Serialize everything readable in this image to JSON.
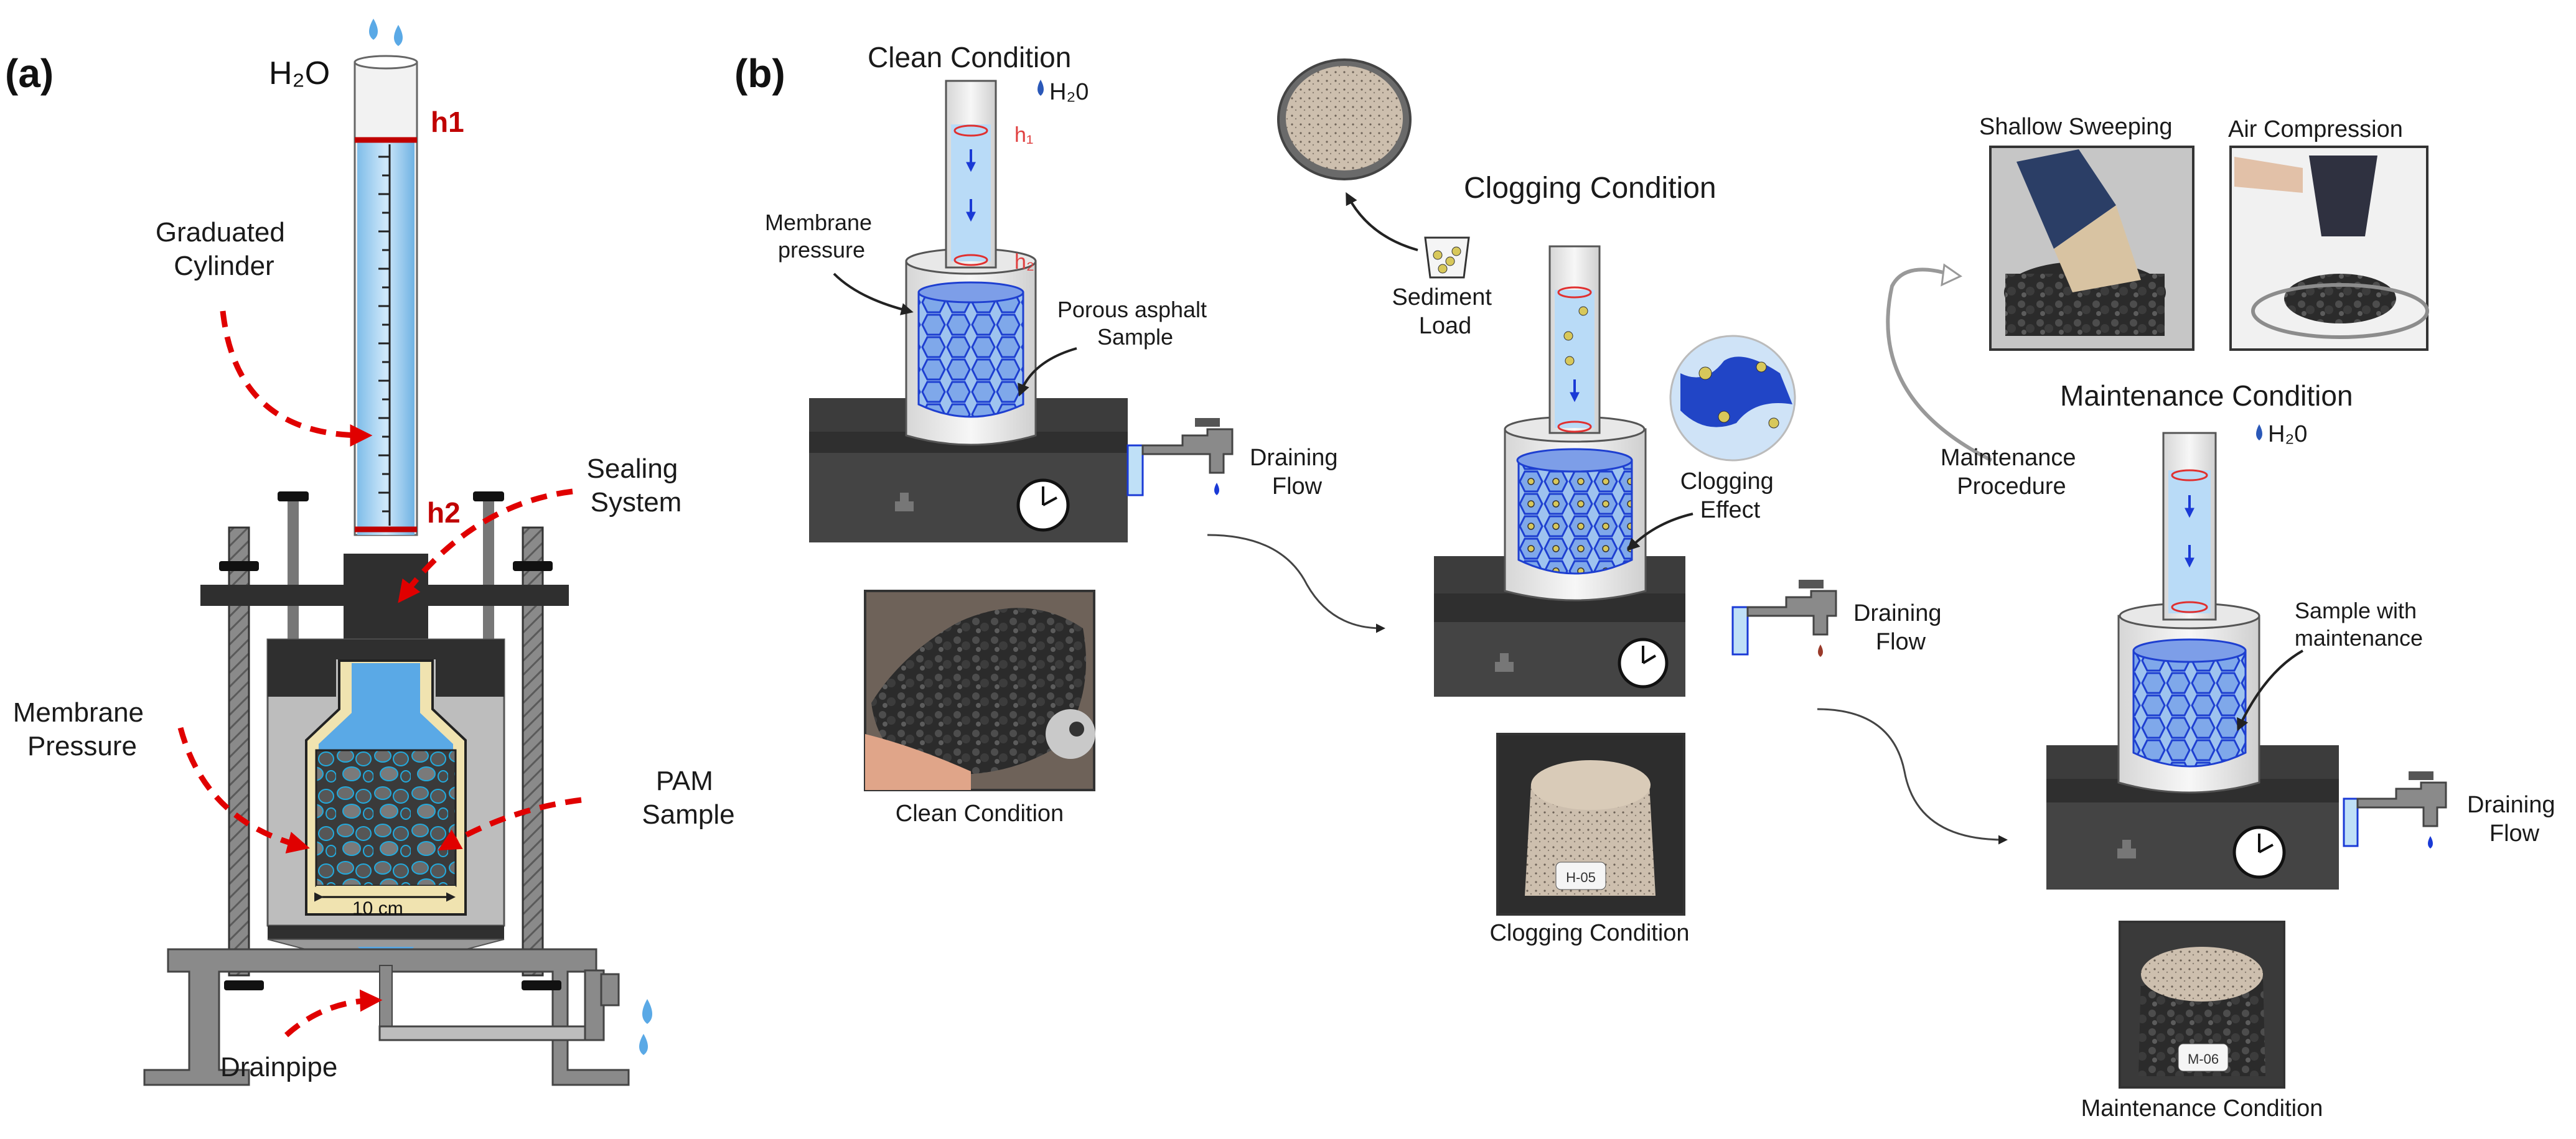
{
  "panel_a": {
    "label": "(a)",
    "h2o": "H₂O",
    "h1": "h1",
    "h2": "h2",
    "graduated_cylinder": [
      "Graduated",
      "Cylinder"
    ],
    "sealing_system": [
      "Sealing",
      "System"
    ],
    "membrane_pressure": [
      "Membrane",
      "Pressure"
    ],
    "pam_sample": [
      "PAM",
      "Sample"
    ],
    "dimension": "10 cm",
    "drainpipe": "Drainpipe"
  },
  "panel_b": {
    "label": "(b)",
    "clean": {
      "title": "Clean Condition",
      "h2o": "H₂0",
      "h1": "h₁",
      "h2": "h₂",
      "membrane_pressure": [
        "Membrane",
        "pressure"
      ],
      "porous_sample": [
        "Porous asphalt",
        "Sample"
      ],
      "draining_flow": [
        "Draining",
        "Flow"
      ],
      "photo_caption": "Clean Condition"
    },
    "clogging": {
      "sediment_load": [
        "Sediment",
        "Load"
      ],
      "title": "Clogging Condition",
      "clogging_effect": [
        "Clogging",
        "Effect"
      ],
      "draining_flow": [
        "Draining",
        "Flow"
      ],
      "photo_caption": "Clogging Condition",
      "photo_tag": "H-05"
    },
    "maintenance": {
      "shallow_sweeping": "Shallow Sweeping",
      "air_compression": "Air Compression",
      "maintenance_procedure": [
        "Maintenance",
        "Procedure"
      ],
      "title": "Maintenance Condition",
      "h2o": "H₂0",
      "sample_with_maintenance": [
        "Sample with",
        "maintenance"
      ],
      "draining_flow": [
        "Draining",
        "Flow"
      ],
      "photo_caption": "Maintenance Condition",
      "photo_tag": "M-06"
    }
  },
  "colors": {
    "red": "#c00000",
    "water": "#5aa9e6",
    "water_light": "#bfe0f7",
    "dark_box": "#2f2f2f",
    "gray": "#bdbdbd"
  }
}
